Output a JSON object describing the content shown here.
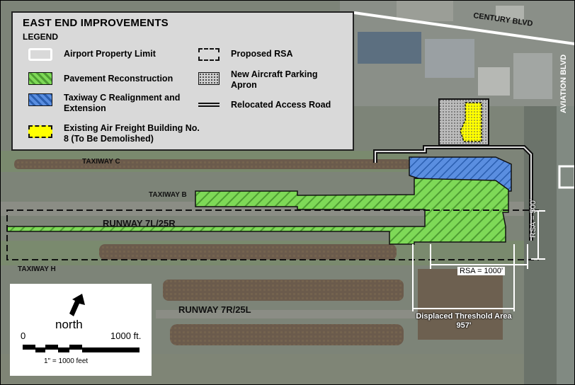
{
  "legend": {
    "title": "EAST END IMPROVEMENTS",
    "subtitle": "LEGEND",
    "items": [
      {
        "label": "Airport Property Limit",
        "icon": "white-outline-swatch"
      },
      {
        "label": "Pavement Reconstruction",
        "icon": "green-hatch-swatch"
      },
      {
        "label": "Taxiway C Realignment and Extension",
        "icon": "blue-hatch-swatch"
      },
      {
        "label": "Existing Air Freight Building No. 8 (To Be Demolished)",
        "icon": "yellow-dashed-swatch"
      },
      {
        "label": "Proposed RSA",
        "icon": "dashed-outline-swatch"
      },
      {
        "label": "New Aircraft Parking Apron",
        "icon": "dotted-grey-swatch"
      },
      {
        "label": "Relocated Access Road",
        "icon": "double-line-swatch"
      }
    ]
  },
  "map_labels": {
    "century_blvd": "CENTURY BLVD",
    "aviation_blvd": "AVIATION BLVD",
    "taxiway_c": "TAXIWAY C",
    "taxiway_b": "TAXIWAY B",
    "taxiway_h": "TAXIWAY H",
    "runway_7l": "RUNWAY 7L/25R",
    "runway_7r": "RUNWAY 7R/25L",
    "rsa_1000": "RSA = 1000'",
    "rsa_500": "RSA = 500'",
    "displaced_threshold": "Displaced Threshold Area",
    "displaced_threshold_len": "957'"
  },
  "scale_bar": {
    "north": "north",
    "zero": "0",
    "max": "1000 ft.",
    "note": "1\" = 1000 feet"
  },
  "colors": {
    "pavement_green": "#7ed957",
    "taxiway_blue": "#4a7fd0",
    "building_yellow": "#ffff00"
  }
}
